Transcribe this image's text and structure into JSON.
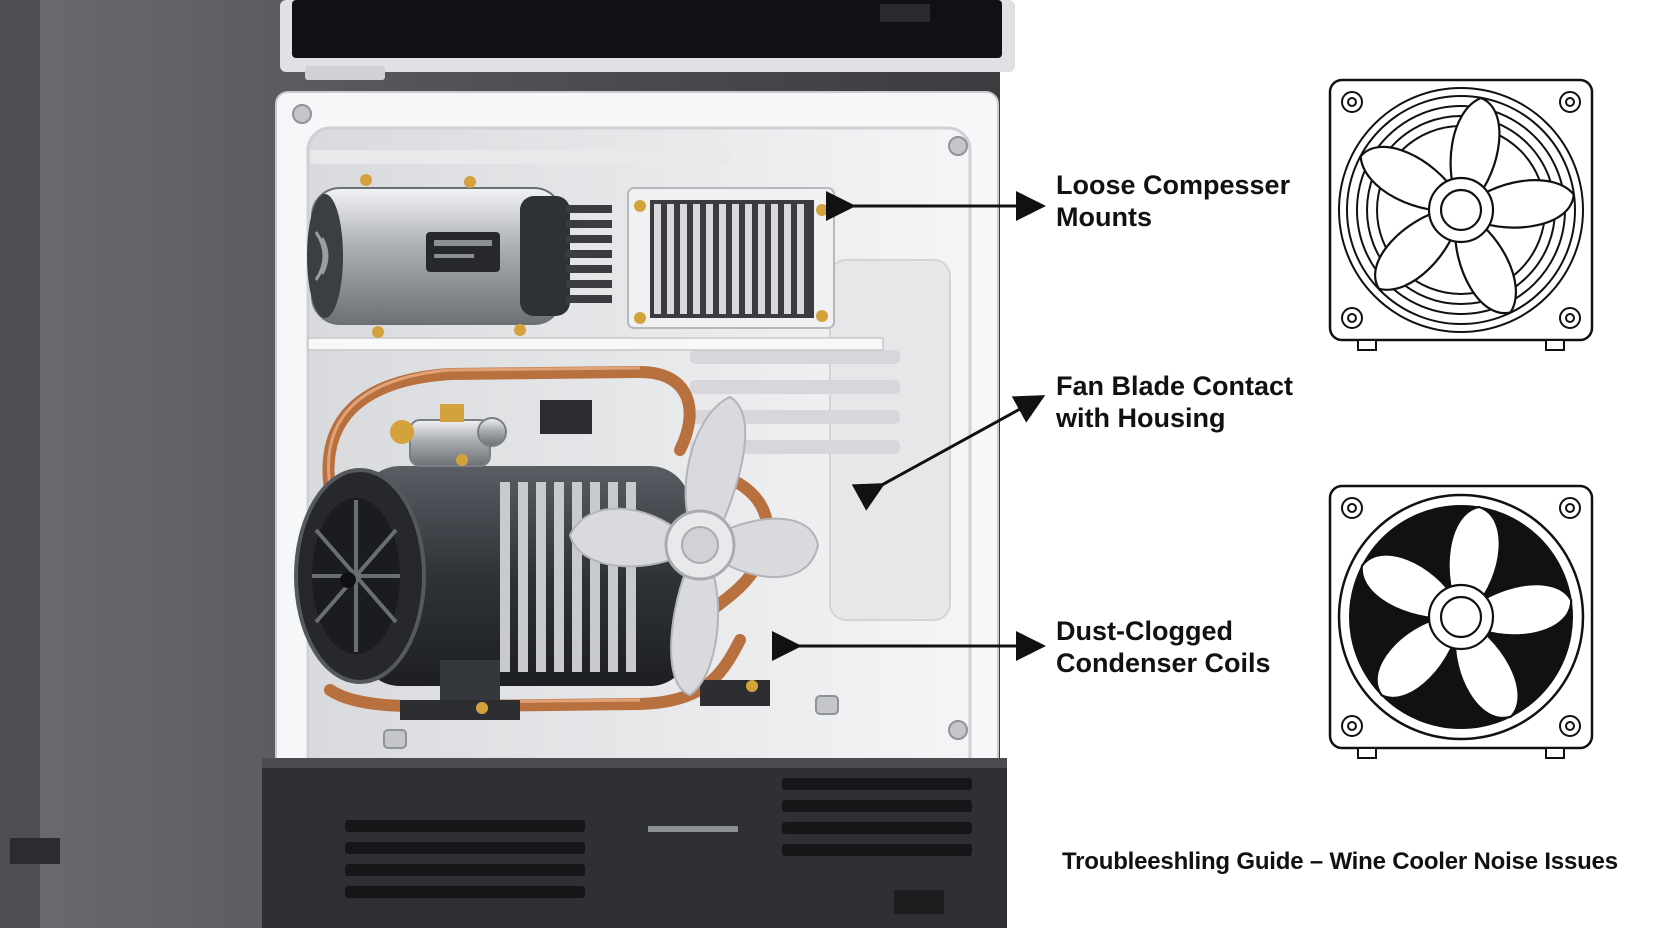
{
  "callouts": [
    {
      "line1": "Loose Compesser",
      "line2": "Mounts"
    },
    {
      "line1": "Fan Blade Contact",
      "line2": "with Housing"
    },
    {
      "line1": "Dust-Clogged",
      "line2": "Condenser Coils"
    }
  ],
  "footer": "Troubleeshling Guide – Wine Cooler Noise Issues",
  "icons": {
    "top_fan": "fan-icon",
    "bottom_fan": "fan-icon",
    "arrows": "arrow-icon"
  },
  "colors": {
    "cabinet": "#4a4c50",
    "cabinet_dark": "#2e3033",
    "interior": "#eef0f2",
    "copper": "#c07a4a",
    "fan_blade": "#dcdde0",
    "motor": "#3c3f44",
    "text": "#111111"
  }
}
